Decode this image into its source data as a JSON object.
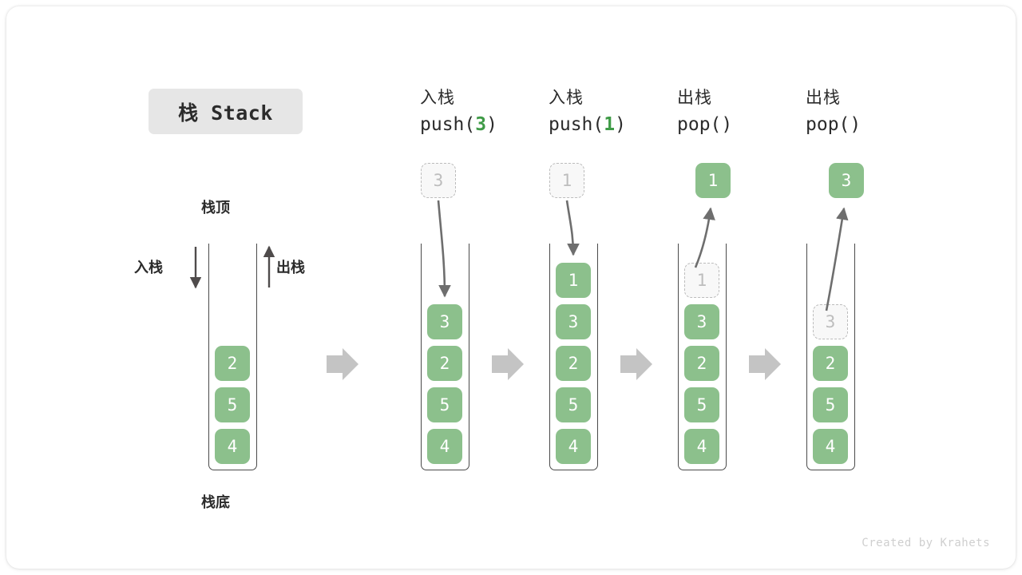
{
  "title": {
    "badge": "栈 Stack"
  },
  "labels": {
    "top": "栈顶",
    "bottom": "栈底",
    "push": "入栈",
    "pop": "出栈"
  },
  "colors": {
    "cell_fill": "#8cc08c",
    "cell_text": "#ffffff",
    "ghost_fill": "#f8f8f8",
    "ghost_text": "#bdbdbd",
    "ghost_border": "#bcbcbc",
    "accent_green": "#3f9b47",
    "arrow_gray": "#6e6e6e",
    "flow_arrow_gray": "#c4c4c4",
    "badge_bg": "#e6e6e6",
    "text_dark": "#2b2b2b",
    "credit": "#cfcfcf"
  },
  "stages": [
    {
      "id": "initial",
      "head_cn": "",
      "head_code": "",
      "head_code_num": "",
      "cells": [
        "2",
        "5",
        "4"
      ],
      "ghost": null,
      "popped": null
    },
    {
      "id": "push-3",
      "head_cn": "入栈",
      "head_code_prefix": "push(",
      "head_code_num": "3",
      "head_code_suffix": ")",
      "cells": [
        "3",
        "2",
        "5",
        "4"
      ],
      "ghost": "3",
      "ghost_role": "incoming",
      "popped": null
    },
    {
      "id": "push-1",
      "head_cn": "入栈",
      "head_code_prefix": "push(",
      "head_code_num": "1",
      "head_code_suffix": ")",
      "cells": [
        "1",
        "3",
        "2",
        "5",
        "4"
      ],
      "ghost": "1",
      "ghost_role": "incoming",
      "popped": null
    },
    {
      "id": "pop-1",
      "head_cn": "出栈",
      "head_code_prefix": "pop(",
      "head_code_num": "",
      "head_code_suffix": ")",
      "cells": [
        "3",
        "2",
        "5",
        "4"
      ],
      "ghost": "1",
      "ghost_role": "removed",
      "popped": "1"
    },
    {
      "id": "pop-3",
      "head_cn": "出栈",
      "head_code_prefix": "pop(",
      "head_code_num": "",
      "head_code_suffix": ")",
      "cells": [
        "2",
        "5",
        "4"
      ],
      "ghost": "3",
      "ghost_role": "removed",
      "popped": "3"
    }
  ],
  "flow_arrows": [
    "flow-arrow-1",
    "flow-arrow-2",
    "flow-arrow-3",
    "flow-arrow-4"
  ],
  "credit": "Created by Krahets"
}
